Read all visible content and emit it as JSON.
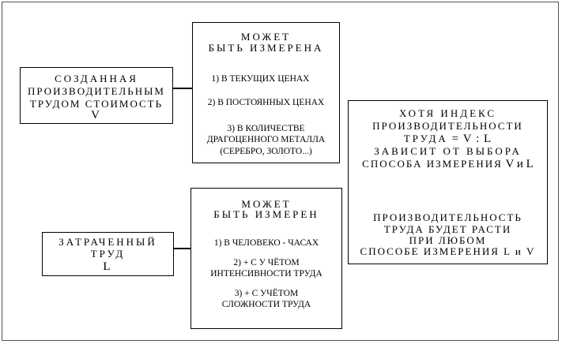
{
  "box_value": {
    "line1": "СОЗДАННАЯ",
    "line2": "ПРОИЗВОДИТЕЛЬНЫМ",
    "line3": "ТРУДОМ СТОИМОСТЬ",
    "symbol": "V"
  },
  "box_value_measure": {
    "head1": "МОЖЕТ",
    "head2": "БЫТЬ ИЗМЕРЕНА",
    "item1": "1) В ТЕКУЩИХ ЦЕНАХ",
    "item2": "2) В ПОСТОЯННЫХ ЦЕНАХ",
    "item3_l1": "3) В КОЛИЧЕСТВЕ",
    "item3_l2": "ДРАГОЦЕННОГО МЕТАЛЛА",
    "item3_l3": "(СЕРЕБРО, ЗОЛОТО...)"
  },
  "box_productivity": {
    "p1_l1": "ХОТЯ ИНДЕКС",
    "p1_l2": "ПРОИЗВОДИТЕЛЬНОСТИ",
    "p1_l3a": "ТРУДА",
    "p1_l3b": " = V : L",
    "p1_l4": "ЗАВИСИТ ОТ ВЫБОРА",
    "p1_l5a": "СПОСОБА ИЗМЕРЕНИЯ",
    "p1_l5b": " V и L",
    "p2_l1": "ПРОИЗВОДИТЕЛЬНОСТЬ",
    "p2_l2": "ТРУДА БУДЕТ РАСТИ",
    "p2_l3": "ПРИ ЛЮБОМ",
    "p2_l4": "СПОСОБЕ ИЗМЕРЕНИЯ L и V"
  },
  "box_labor": {
    "line1": "ЗАТРАЧЕННЫЙ",
    "line2": "ТРУД",
    "symbol": "L"
  },
  "box_labor_measure": {
    "head1": "МОЖЕТ",
    "head2": "БЫТЬ ИЗМЕРЕН",
    "item1": "1) В ЧЕЛОВЕКО - ЧАСАХ",
    "item2_l1": "2) + С У ЧЁТОМ",
    "item2_l2": "ИНТЕНСИВНОСТИ ТРУДА",
    "item3_l1": "3) + С УЧЁТОМ",
    "item3_l2": "СЛОЖНОСТИ ТРУДА"
  }
}
